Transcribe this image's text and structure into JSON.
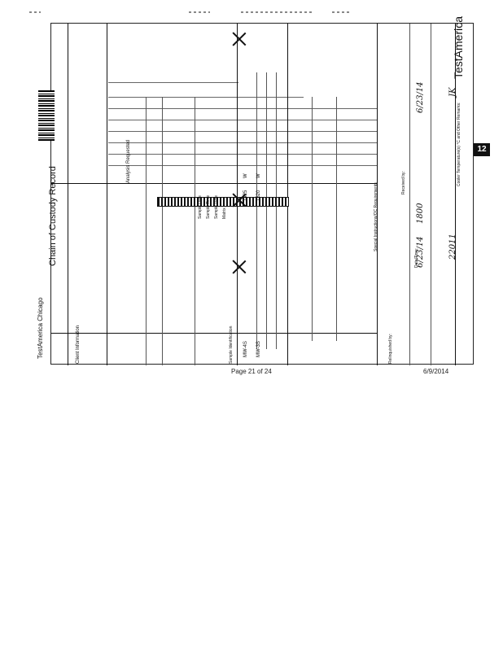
{
  "header": {
    "lab_name": "TestAmerica Chicago",
    "brand": "TestAmerica",
    "form_title": "Chain of Custody Record",
    "section_number": "12"
  },
  "form": {
    "client_info": "Client Information",
    "sample_identification": "Sample Identification",
    "analysis_requested": "Analysis Requested",
    "sample_date": "Sample Date",
    "sample_time": "Sample Time",
    "matrix": "Matrix",
    "sample_type": "Sample Type",
    "relinquished_by": "Relinquished by:",
    "received_by": "Received by:",
    "date_time": "Date/Time:",
    "special_instructions": "Special Instructions/QC Requirements",
    "cooler_temp": "Cooler Temperature(s) °C and Other Remarks:"
  },
  "samples": [
    {
      "id": "MW-4S",
      "time": "1425",
      "matrix": "W"
    },
    {
      "id": "MW-3S",
      "time": "1520",
      "matrix": "W"
    }
  ],
  "handwriting": {
    "date1": "6/23/14",
    "date2": "6/23/14",
    "time1": "1800",
    "note": "22011",
    "initials": "JK"
  },
  "footer": {
    "page": "Page 21 of 24",
    "date": "6/9/2014"
  }
}
